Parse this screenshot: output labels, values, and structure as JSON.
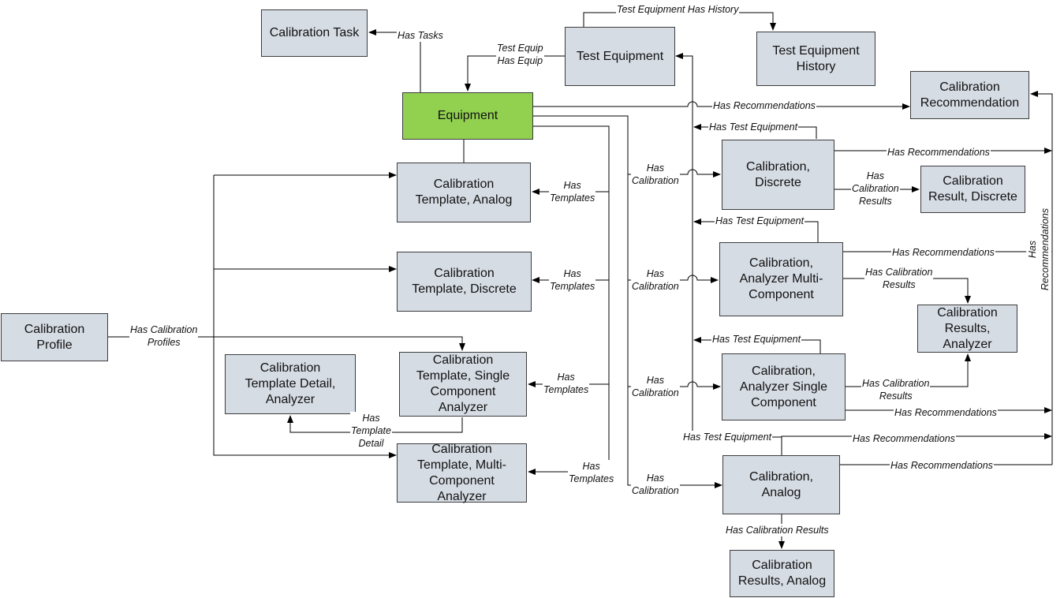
{
  "boxes": {
    "calibration_task": "Calibration Task",
    "test_equipment": "Test Equipment",
    "test_equipment_history": "Test Equipment\nHistory",
    "calibration_recommendation": "Calibration\nRecommendation",
    "equipment": "Equipment",
    "cal_template_analog": "Calibration\nTemplate, Analog",
    "cal_template_discrete": "Calibration\nTemplate, Discrete",
    "calibration_profile": "Calibration\nProfile",
    "cal_template_detail_analyzer": "Calibration\nTemplate Detail,\nAnalyzer",
    "cal_template_single": "Calibration\nTemplate, Single\nComponent\nAnalyzer",
    "cal_template_multi": "Calibration\nTemplate, Multi-\nComponent\nAnalyzer",
    "calibration_discrete": "Calibration,\nDiscrete",
    "cal_result_discrete": "Calibration\nResult, Discrete",
    "calibration_analyzer_multi": "Calibration,\nAnalyzer Multi-\nComponent",
    "cal_results_analyzer": "Calibration\nResults,\nAnalyzer",
    "calibration_analyzer_single": "Calibration,\nAnalyzer Single\nComponent",
    "calibration_analog": "Calibration,\nAnalog",
    "cal_results_analog": "Calibration\nResults, Analog"
  },
  "labels": {
    "has_tasks": "Has Tasks",
    "test_equip_has_history": "Test Equipment Has History",
    "test_equip_has_equip": "Test Equip\nHas Equip",
    "has_recommendations_top": "Has Recommendations",
    "has_test_equipment_1": "Has Test Equipment",
    "has_recommendations_1": "Has Recommendations",
    "has_calibration_results_1": "Has\nCalibration\nResults",
    "has_calibration_1": "Has\nCalibration",
    "has_templates_1": "Has\nTemplates",
    "has_test_equipment_2": "Has Test Equipment",
    "has_recommendations_2": "Has Recommendations",
    "has_calibration_results_2": "Has Calibration\nResults",
    "has_calibration_2": "Has\nCalibration",
    "has_templates_2": "Has\nTemplates",
    "has_calibration_profiles": "Has Calibration\nProfiles",
    "has_test_equipment_3": "Has Test Equipment",
    "has_calibration_results_3": "Has Calibration\nResults",
    "has_calibration_3": "Has\nCalibration",
    "has_templates_3": "Has\nTemplates",
    "has_recommendations_3": "Has Recommendations",
    "has_template_detail": "Has\nTemplate\nDetail",
    "has_test_equipment_4": "Has Test Equipment",
    "has_recommendations_4": "Has Recommendations",
    "has_recommendations_5": "Has Recommendations",
    "has_calibration_4": "Has\nCalibration",
    "has_templates_4": "Has\nTemplates",
    "has_calibration_results_4": "Has Calibration Results",
    "has_recommendations_vertical": "Has Recommendations"
  },
  "colors": {
    "box_fill": "#d6dce4",
    "equipment_fill": "#92d050",
    "line": "#000000"
  }
}
